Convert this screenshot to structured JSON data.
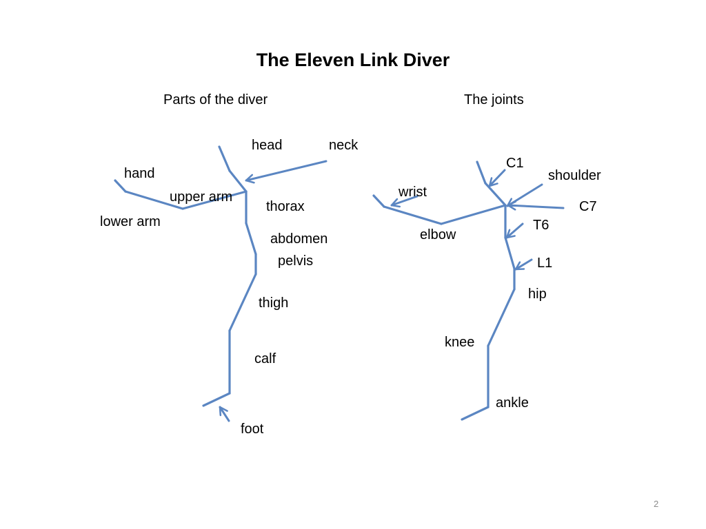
{
  "title": "The Eleven Link Diver",
  "left_panel": {
    "heading": "Parts of the diver",
    "labels": {
      "head": "head",
      "neck": "neck",
      "hand": "hand",
      "upper_arm": "upper arm",
      "lower_arm": "lower arm",
      "thorax": "thorax",
      "abdomen": "abdomen",
      "pelvis": "pelvis",
      "thigh": "thigh",
      "calf": "calf",
      "foot": "foot"
    }
  },
  "right_panel": {
    "heading": "The joints",
    "labels": {
      "c1": "C1",
      "shoulder": "shoulder",
      "wrist": "wrist",
      "c7": "C7",
      "t6": "T6",
      "elbow": "elbow",
      "l1": "L1",
      "hip": "hip",
      "knee": "knee",
      "ankle": "ankle"
    }
  },
  "page_number": "2",
  "colors": {
    "figure_stroke": "#5b86c2"
  }
}
